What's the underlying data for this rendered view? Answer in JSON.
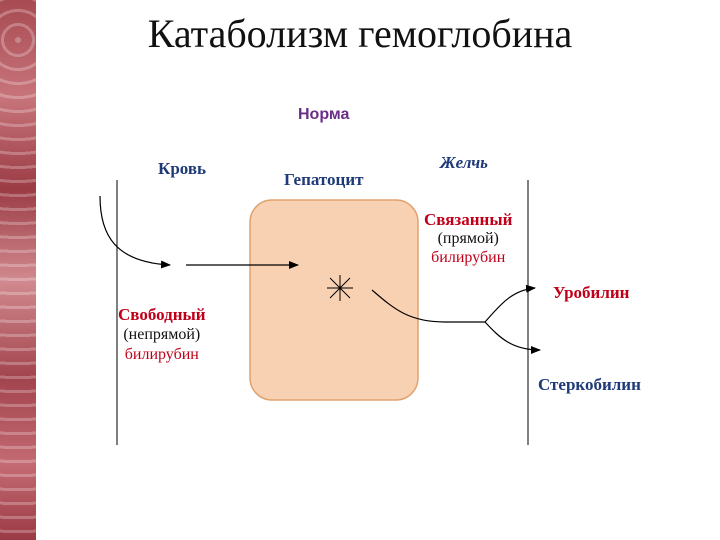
{
  "title": "Катаболизм гемоглобина",
  "subtitle": "Норма",
  "compartments": {
    "blood": "Кровь",
    "hepatocyte": "Гепатоцит",
    "bile": "Желчь"
  },
  "conjugated_bilirubin": {
    "line1": "Связанный",
    "line2": "(прямой)",
    "line3": "билирубин"
  },
  "free_bilirubin": {
    "line1": "Свободный",
    "line2": "(непрямой)",
    "line3": "билирубин"
  },
  "products": {
    "urobilin": "Уробилин",
    "stercobilin": "Стеркобилин"
  },
  "colors": {
    "hepatocyte_fill": "#f8d1b2",
    "hepatocyte_border": "#e0a36f",
    "red_text": "#c0001a",
    "blue_text": "#1e3a78",
    "purple_text": "#6a2d8a"
  }
}
